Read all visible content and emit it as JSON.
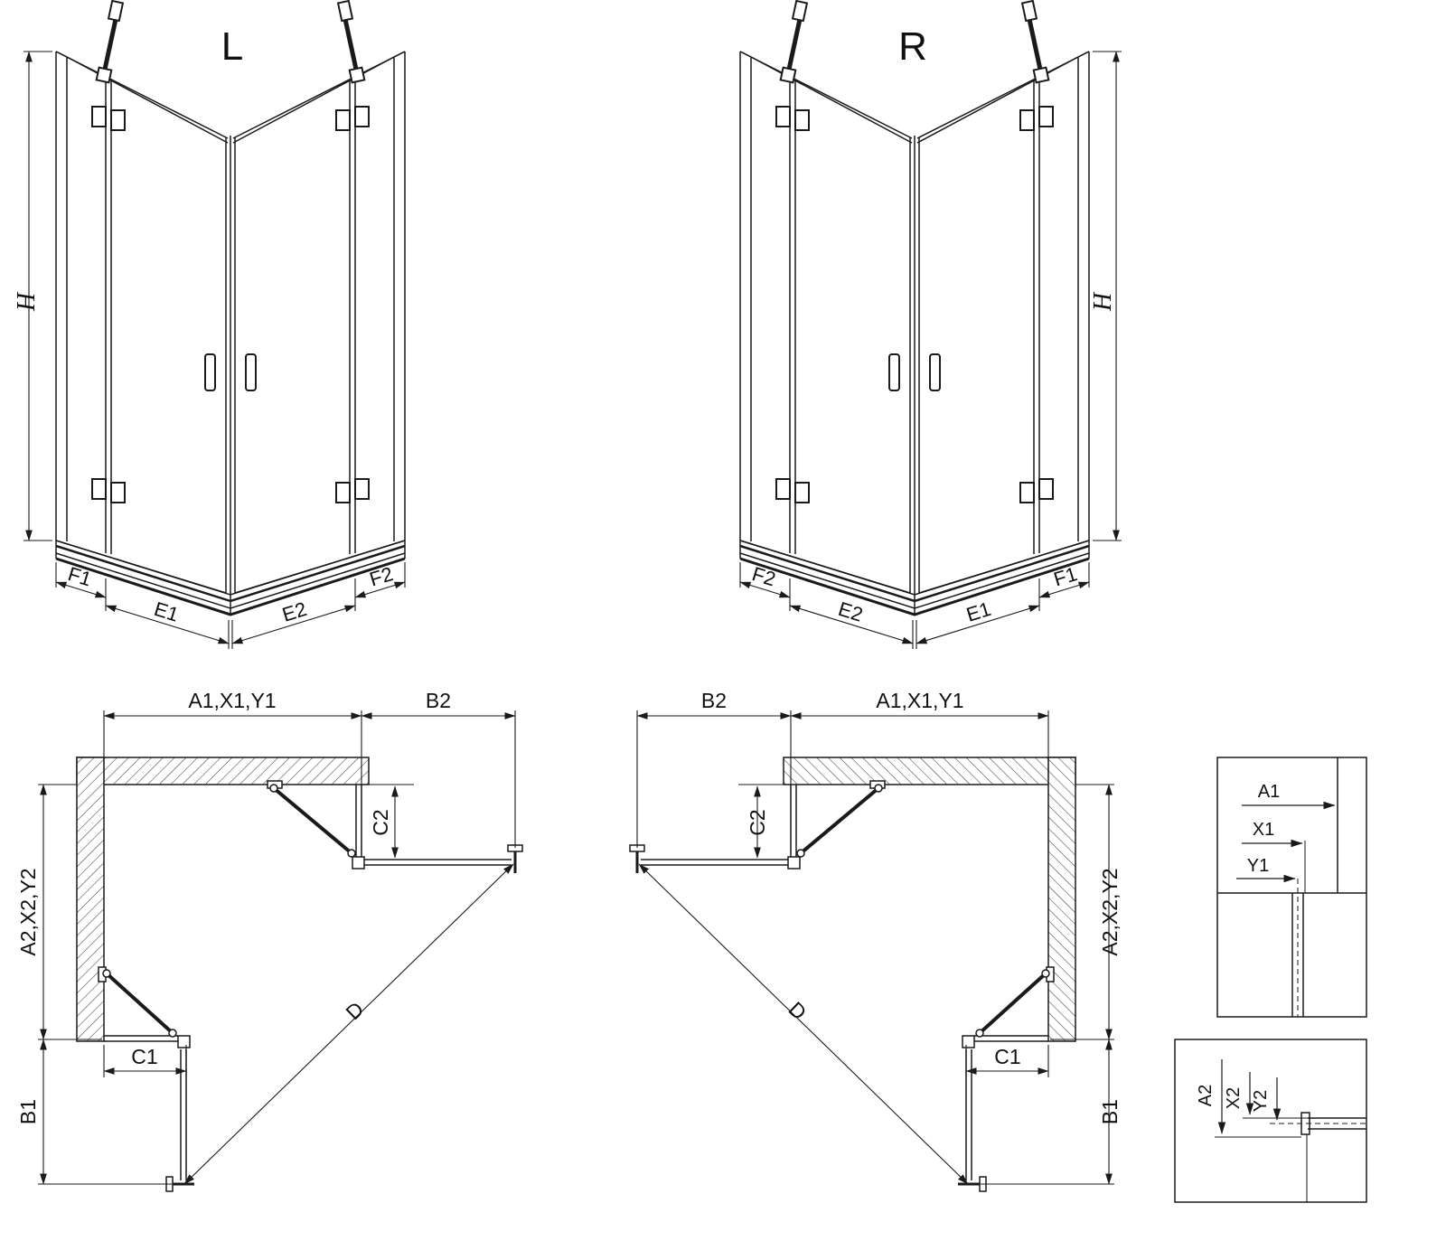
{
  "drawing": {
    "iso_left": {
      "title": "L",
      "h": "H",
      "f1": "F1",
      "e1": "E1",
      "e2": "E2",
      "f2": "F2"
    },
    "iso_right": {
      "title": "R",
      "h": "H",
      "f1": "F1",
      "e1": "E1",
      "e2": "E2",
      "f2": "F2"
    },
    "plan_left": {
      "a1": "A1,X1,Y1",
      "b2": "B2",
      "c2": "C2",
      "a2": "A2,X2,Y2",
      "c1": "C1",
      "b1": "B1",
      "d": "D"
    },
    "plan_right": {
      "a1": "A1,X1,Y1",
      "b2": "B2",
      "c2": "C2",
      "a2": "A2,X2,Y2",
      "c1": "C1",
      "b1": "B1",
      "d": "D"
    },
    "detail_top": {
      "a1": "A1",
      "x1": "X1",
      "y1": "Y1"
    },
    "detail_bottom": {
      "a2": "A2",
      "x2": "X2",
      "y2": "Y2"
    }
  }
}
